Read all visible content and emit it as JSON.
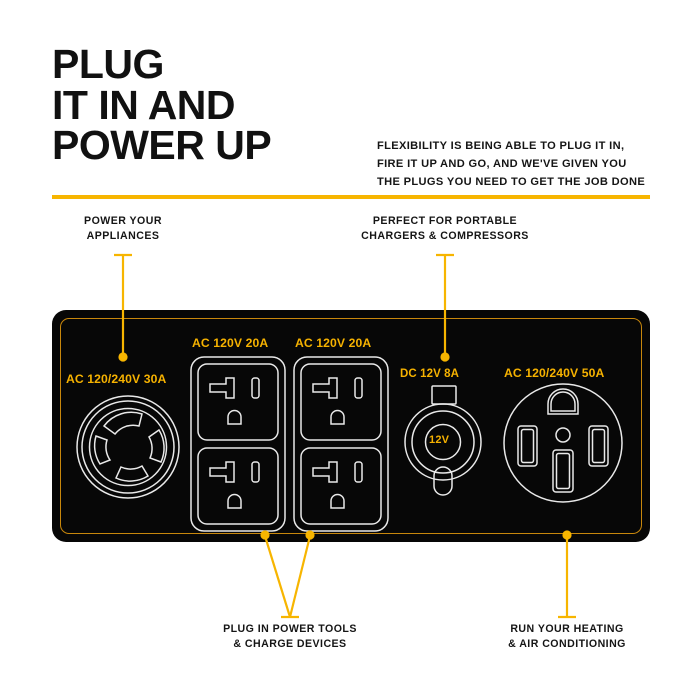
{
  "header": {
    "headline_lines": [
      "PLUG",
      "IT IN AND",
      "POWER UP"
    ],
    "body_lines": [
      "FLEXIBILITY IS BEING ABLE TO PLUG IT IN,",
      "FIRE IT UP AND GO, AND WE'VE GIVEN YOU",
      "THE PLUGS YOU NEED TO GET THE JOB DONE"
    ]
  },
  "colors": {
    "accent": "#f7b500",
    "panel_bg": "#070707",
    "panel_border": "#c8870c",
    "socket_outline": "#e9e9e9",
    "text": "#151515"
  },
  "callouts": [
    {
      "id": "power-your-appliances",
      "lines": [
        "POWER YOUR",
        "APPLIANCES"
      ]
    },
    {
      "id": "perfect-for-portable-chargers",
      "lines": [
        "PERFECT FOR PORTABLE",
        "CHARGERS & COMPRESSORS"
      ]
    },
    {
      "id": "plug-in-power-tools",
      "lines": [
        "PLUG IN POWER TOOLS",
        "& CHARGE DEVICES"
      ]
    },
    {
      "id": "run-your-heating",
      "lines": [
        "RUN YOUR HEATING",
        "& AIR CONDITIONING"
      ]
    }
  ],
  "panel": {
    "outlets": [
      {
        "id": "twist-lock-30a",
        "label": "AC 120/240V 30A",
        "type": "twist-lock"
      },
      {
        "id": "duplex-20a-left",
        "label": "AC 120V 20A",
        "type": "duplex-nema-5-20r"
      },
      {
        "id": "duplex-20a-right",
        "label": "AC 120V 20A",
        "type": "duplex-nema-5-20r"
      },
      {
        "id": "dc-12v",
        "label": "DC 12V  8A",
        "type": "dc-socket",
        "inner_text": "12V"
      },
      {
        "id": "nema-14-50r",
        "label": "AC 120/240V 50A",
        "type": "nema-14-50r"
      }
    ]
  }
}
